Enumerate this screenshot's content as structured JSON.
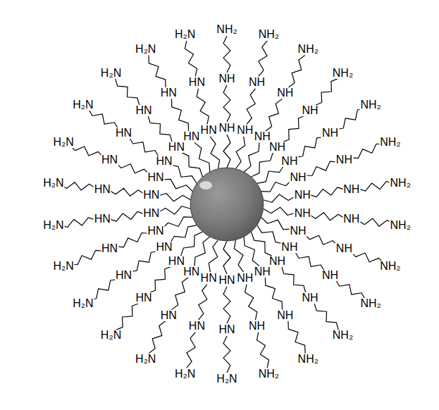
{
  "diagram": {
    "labels": [
      "NH",
      "NH",
      "NH₂",
      "NH",
      "NH",
      "NH₂",
      "NH",
      "NH",
      "NH₂",
      "NH",
      "NH",
      "NH₂",
      "NH",
      "NH",
      "NH₂",
      "NH",
      "NH",
      "NH₂",
      "NH",
      "NH",
      "NH₂",
      "NH",
      "NH",
      "NH₂",
      "NH",
      "NH",
      "NH₂",
      "NH",
      "NH",
      "NH₂",
      "NH",
      "NH",
      "NH₂",
      "NH",
      "NH",
      "NH₂",
      "NH",
      "NH",
      "NH₂",
      "HN",
      "HN",
      "H₂N",
      "HN",
      "HN",
      "H₂N",
      "HN",
      "HN",
      "H₂N",
      "HN",
      "HN",
      "H₂N",
      "HN",
      "HN",
      "H₂N",
      "HN",
      "HN",
      "H₂N",
      "HN",
      "HN",
      "H₂N",
      "HN",
      "HN",
      "H₂N",
      "HN",
      "HN",
      "H₂N",
      "HN",
      "HN",
      "H₂N",
      "HN",
      "HN",
      "H₂N",
      "HN",
      "HN",
      "H₂N",
      "HN",
      "HN",
      "H₂N"
    ]
  }
}
